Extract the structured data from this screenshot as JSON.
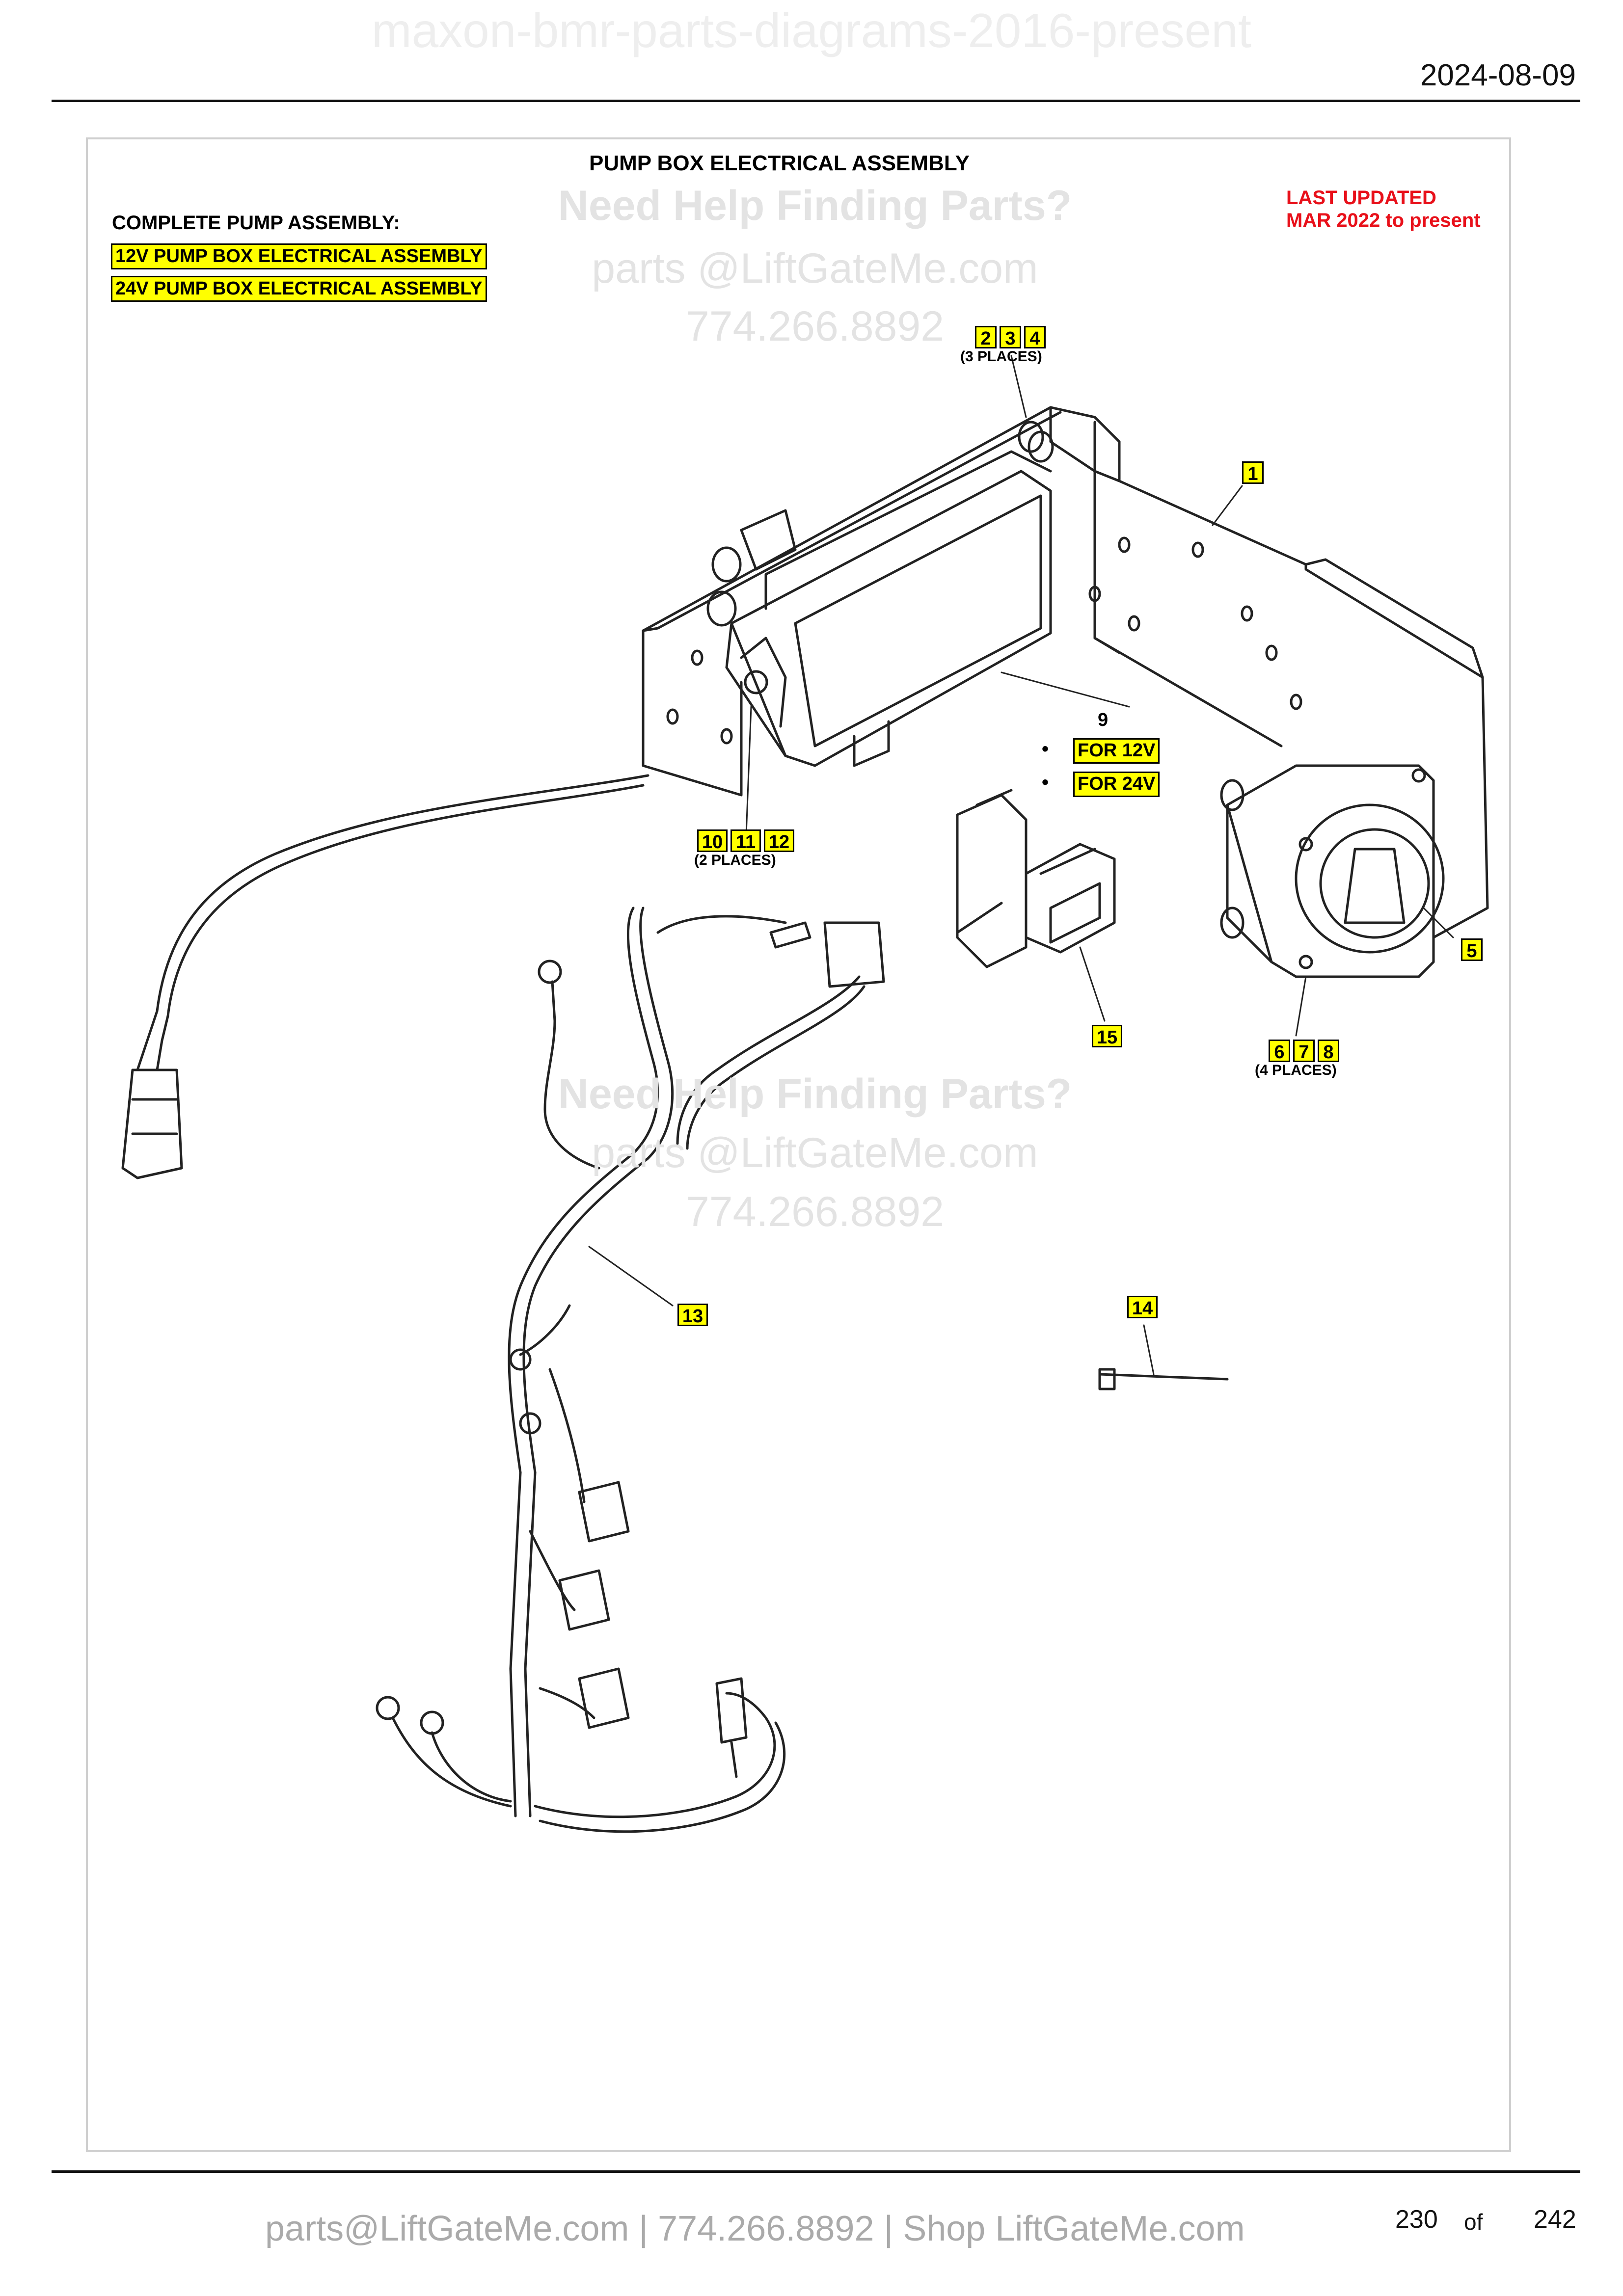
{
  "watermark_top": "maxon-bmr-parts-diagrams-2016-present",
  "date": "2024-08-09",
  "title": "PUMP BOX ELECTRICAL ASSEMBLY",
  "complete_label": "COMPLETE PUMP ASSEMBLY:",
  "assemblies": [
    "12V PUMP BOX ELECTRICAL ASSEMBLY",
    "24V PUMP BOX ELECTRICAL ASSEMBLY"
  ],
  "last_updated": {
    "line1": "LAST UPDATED",
    "line2": "MAR 2022 to present"
  },
  "watermark": {
    "help": "Need Help Finding Parts?",
    "email": "parts @LiftGateMe.com",
    "phone": "774.266.8892"
  },
  "callouts": {
    "c234": [
      "2",
      "3",
      "4"
    ],
    "c234_note": "(3 PLACES)",
    "c1": "1",
    "c9": "9",
    "for12": "FOR 12V",
    "for24": "FOR 24V",
    "bullet": "•",
    "c101112": [
      "10",
      "11",
      "12"
    ],
    "c101112_note": "(2 PLACES)",
    "c5": "5",
    "c15": "15",
    "c678": [
      "6",
      "7",
      "8"
    ],
    "c678_note": "(4 PLACES)",
    "c13": "13",
    "c14": "14"
  },
  "footer": {
    "contact": "parts@LiftGateMe.com | 774.266.8892 | Shop LiftGateMe.com",
    "page": "230",
    "of": "of",
    "total": "242"
  }
}
